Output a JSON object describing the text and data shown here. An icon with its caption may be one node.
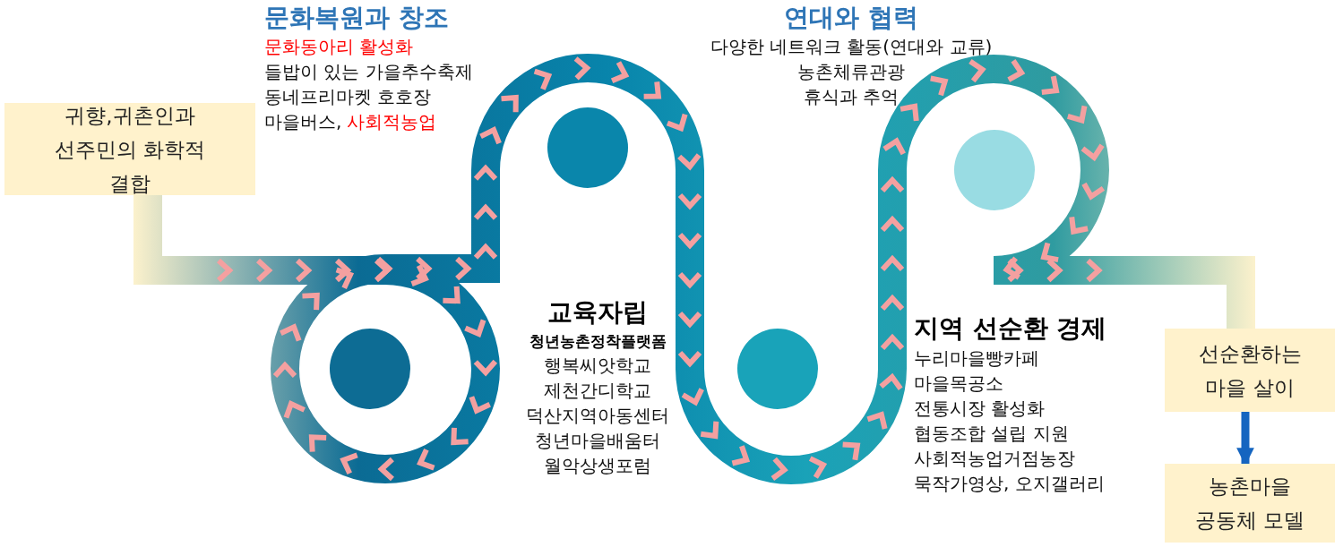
{
  "diagram": {
    "nodes": [
      {
        "text": [
          "귀향,귀촌인과 선주민의 화학적 결합"
        ]
      },
      {
        "text": [
          "선순환하는 마을 살이"
        ]
      },
      {
        "text": [
          "농촌마을 공동체 모델"
        ]
      }
    ],
    "edges": [
      {
        "from": 0,
        "to": 1,
        "arrow": "to"
      },
      {
        "from": 1,
        "to": 2,
        "arrow": "to",
        "color": "#1565c0"
      }
    ],
    "labels": [
      "문화복원과 창조",
      "문화동아리 활성화",
      "들밥이 있는 가을추수축제",
      "동네프리마켓 호호장",
      "마을버스,",
      "사회적농업",
      "연대와 협력",
      "다양한 네트워크 활동(연대와 교류)",
      "농촌체류관광",
      "휴식과 추억",
      "교육자립",
      "청년농촌정착플랫폼",
      "행복씨앗학교",
      "제천간디학교",
      "덕산지역아동센터",
      "청년마을배움터",
      "월악상생포럼",
      "지역 선순환 경제",
      "누리마을빵카페",
      "마을목공소",
      "전통시장 활성화",
      "협동조합 설립 지원",
      "사회적농업거점농장",
      "묵작가영상, 오지갤러리"
    ]
  }
}
